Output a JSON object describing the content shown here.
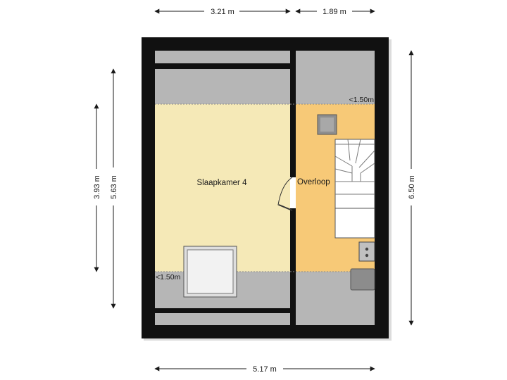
{
  "dimensions": {
    "top_left": "3.21 m",
    "top_right": "1.89 m",
    "bottom": "5.17 m",
    "left_outer": "5.63 m",
    "left_inner": "3.93 m",
    "right": "6.50 m"
  },
  "rooms": {
    "bedroom": "Slaapkamer 4",
    "landing": "Overloop"
  },
  "annotations": {
    "low_height_landing": "<1.50m",
    "low_height_bedroom": "<1.50m"
  },
  "colors": {
    "wall": "#111111",
    "bedroom_fill": "#f5e9b7",
    "landing_fill": "#f7c977",
    "sloped_zone": "#b6b6b6",
    "fixture": "#c8c8c8"
  }
}
